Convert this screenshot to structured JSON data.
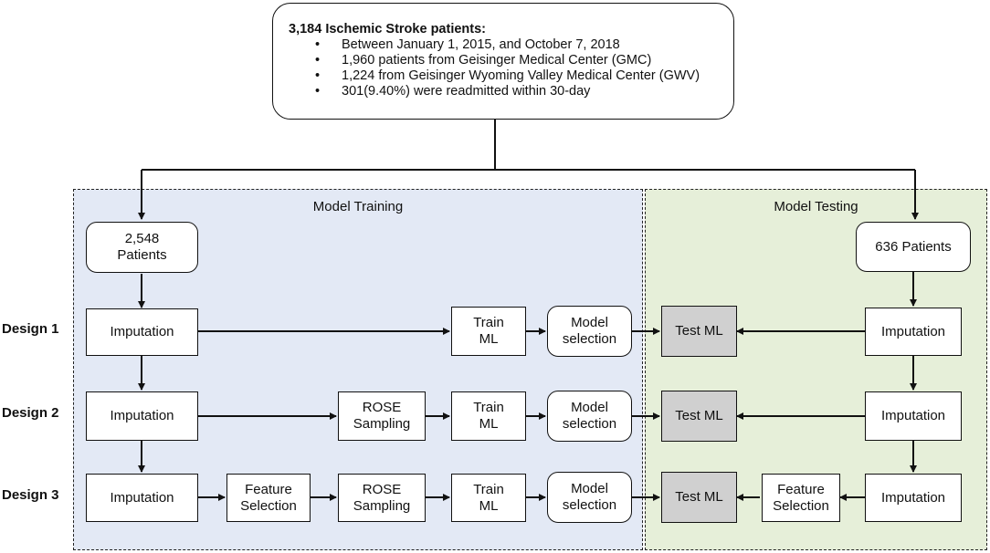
{
  "summary": {
    "title": "3,184 Ischemic Stroke patients:",
    "bullets": [
      "Between January 1, 2015, and October 7, 2018",
      "1,960 patients from Geisinger Medical Center (GMC)",
      "1,224 from Geisinger Wyoming Valley Medical Center (GWV)",
      "301(9.40%) were readmitted within 30-day"
    ]
  },
  "regions": {
    "training": "Model Training",
    "testing": "Model Testing"
  },
  "training_patients": "2,548\nPatients",
  "testing_patients": "636 Patients",
  "designs": [
    {
      "label": "Design 1",
      "train": {
        "imputation": "Imputation",
        "train_ml": "Train\nML",
        "model_selection": "Model\nselection"
      },
      "test": {
        "test_ml": "Test ML",
        "imputation": "Imputation"
      }
    },
    {
      "label": "Design 2",
      "train": {
        "imputation": "Imputation",
        "rose": "ROSE\nSampling",
        "train_ml": "Train\nML",
        "model_selection": "Model\nselection"
      },
      "test": {
        "test_ml": "Test ML",
        "imputation": "Imputation"
      }
    },
    {
      "label": "Design 3",
      "train": {
        "imputation": "Imputation",
        "feature_selection": "Feature\nSelection",
        "rose": "ROSE\nSampling",
        "train_ml": "Train\nML",
        "model_selection": "Model\nselection"
      },
      "test": {
        "test_ml": "Test ML",
        "feature_selection": "Feature\nSelection",
        "imputation": "Imputation"
      }
    }
  ]
}
